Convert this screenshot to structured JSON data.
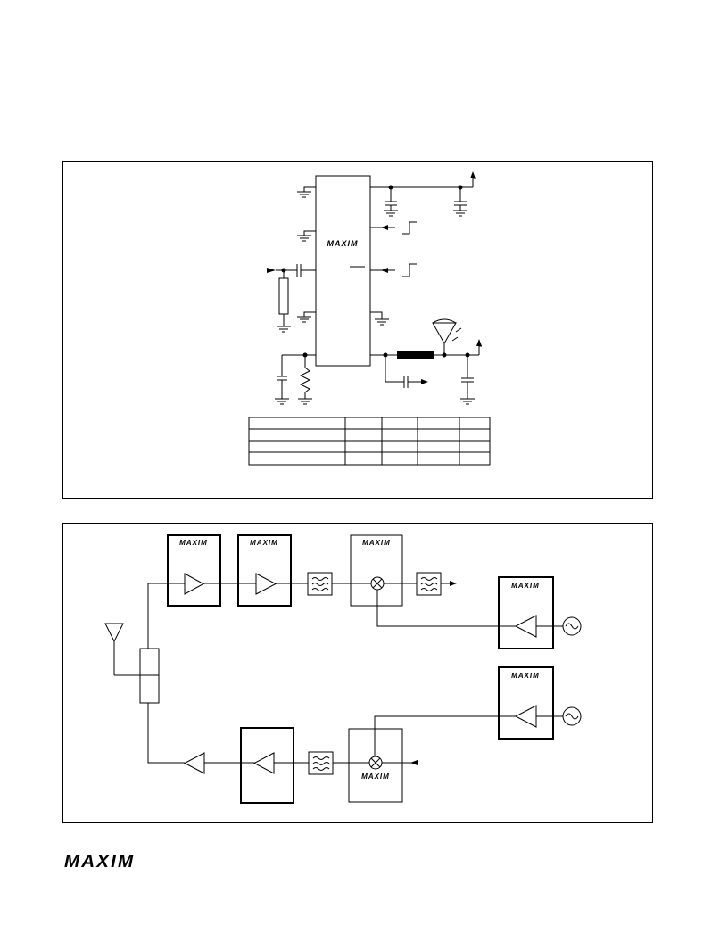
{
  "brand": {
    "logo_text": "MAXIM",
    "accent_color": "#000000"
  },
  "panel_top": {
    "chip_label": "MAXIM",
    "table": {
      "rows": 3,
      "columns": 5
    }
  },
  "panel_bottom": {
    "chip_labels": [
      "MAXIM",
      "MAXIM",
      "MAXIM",
      "MAXIM",
      "MAXIM",
      "MAXIM"
    ]
  },
  "footer": {
    "logo_text": "MAXIM"
  }
}
